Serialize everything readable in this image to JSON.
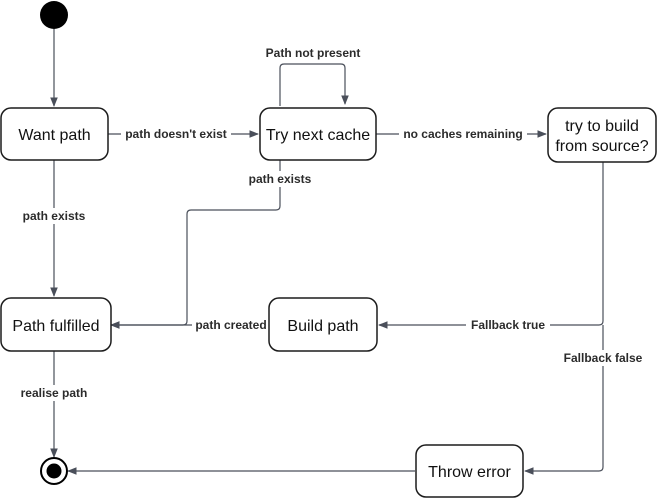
{
  "states": {
    "want_path": "Want path",
    "try_next_cache": "Try next cache",
    "try_build_line1": "try to build",
    "try_build_line2": "from source?",
    "path_fulfilled": "Path fulfilled",
    "build_path": "Build path",
    "throw_error": "Throw error"
  },
  "transitions": {
    "path_doesnt_exist": "path doesn't exist",
    "path_not_present": "Path not present",
    "no_caches_remaining": "no caches remaining",
    "path_exists_cache": "path exists",
    "path_exists_want": "path exists",
    "path_created": "path created",
    "fallback_true": "Fallback true",
    "fallback_false": "Fallback false",
    "realise_path": "realise path"
  }
}
